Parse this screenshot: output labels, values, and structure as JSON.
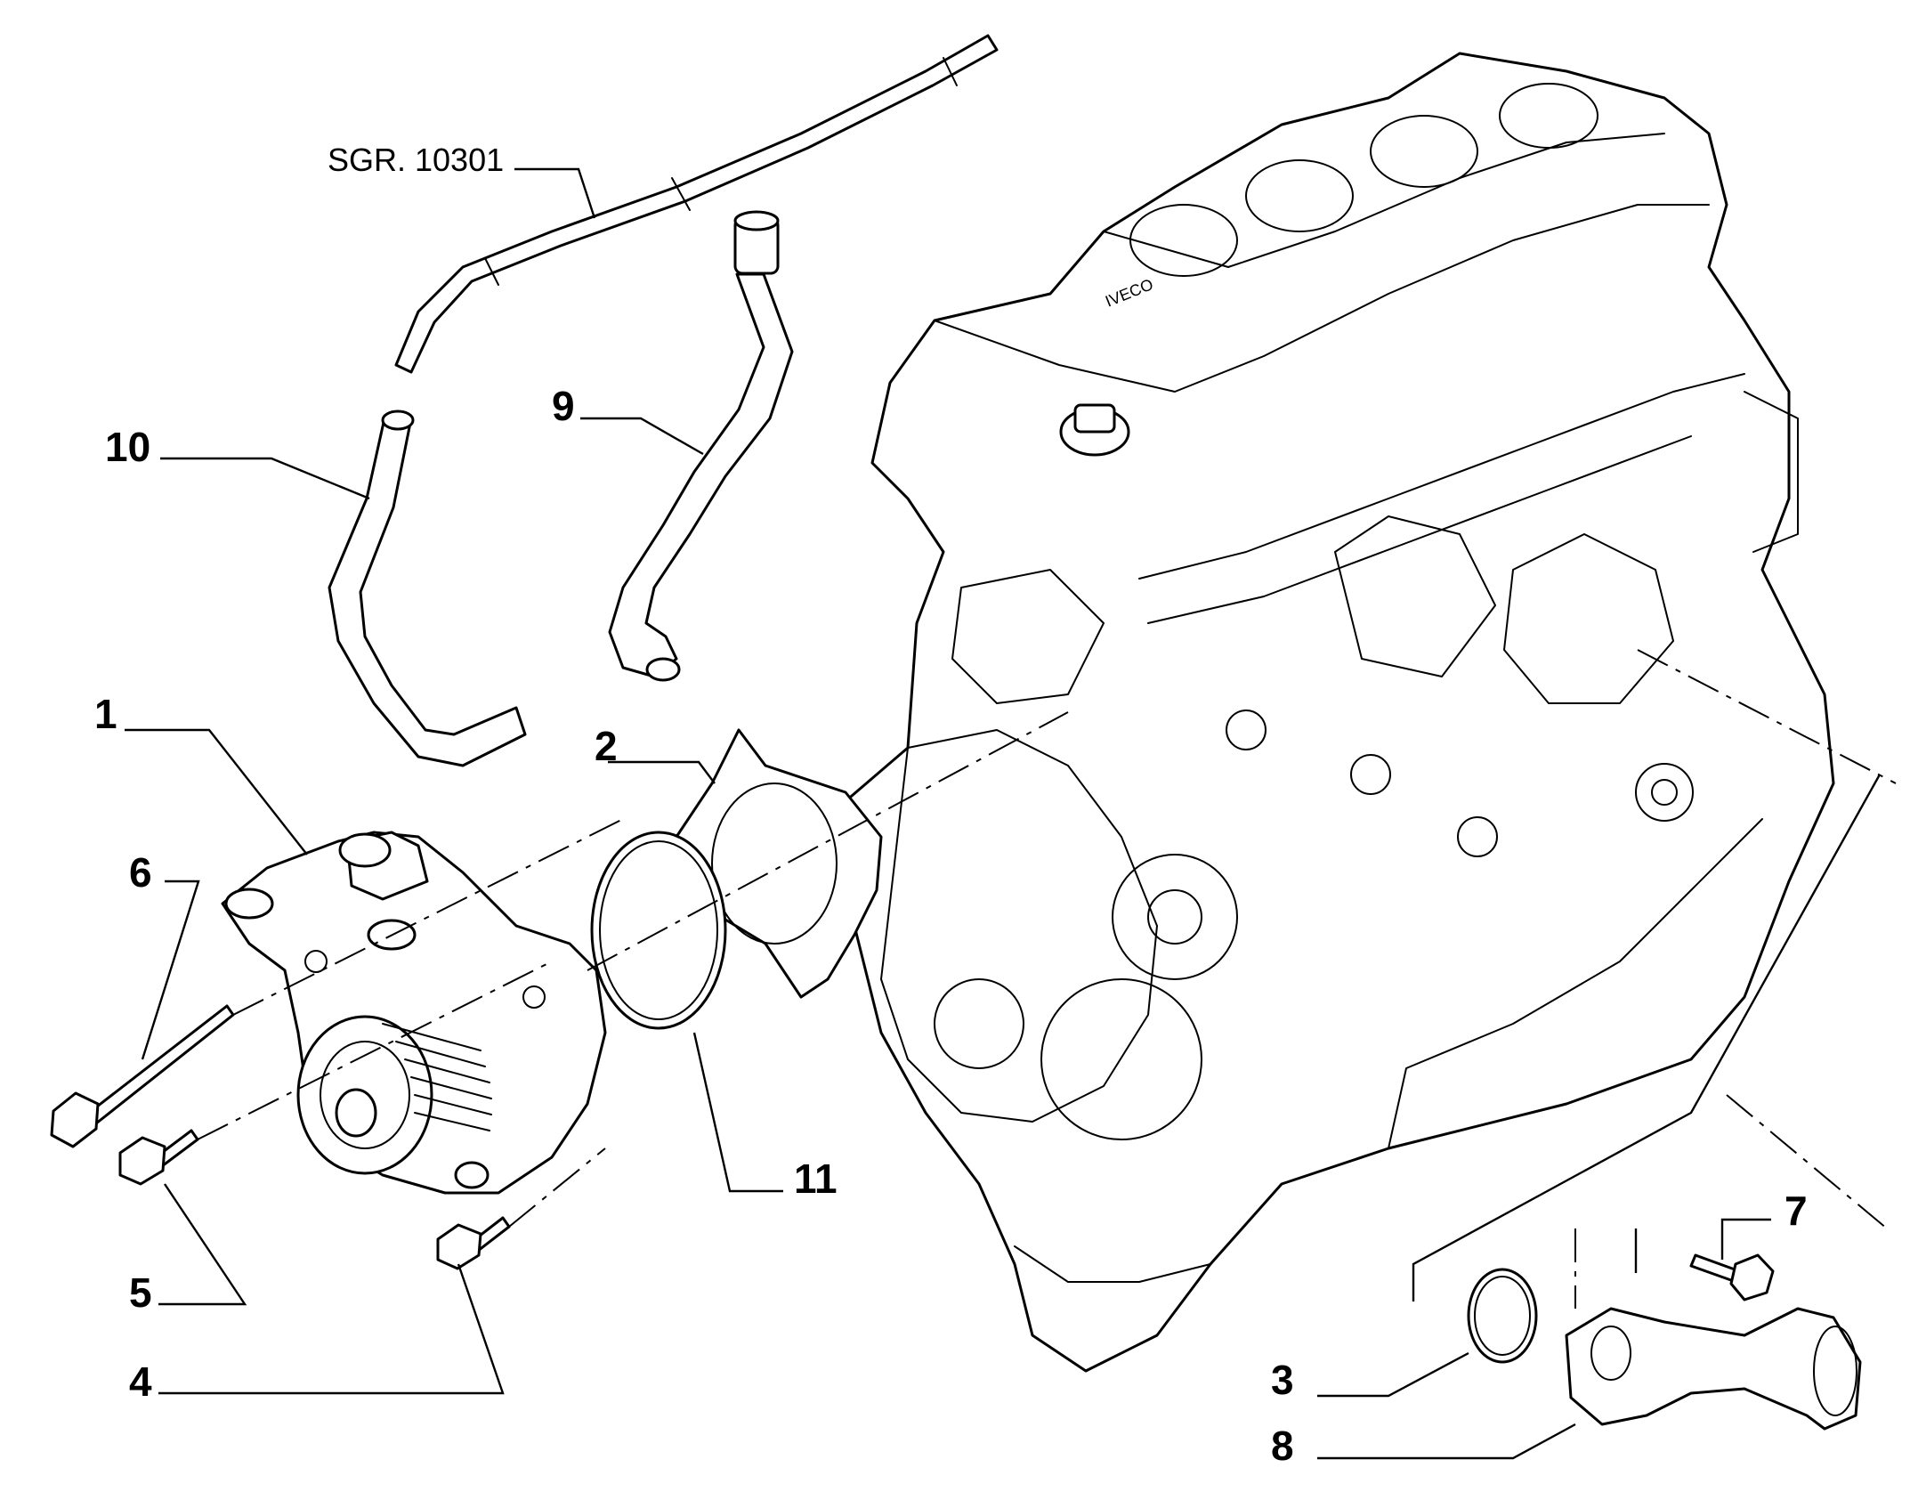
{
  "reference": {
    "group_ref": "SGR. 10301"
  },
  "callouts": [
    {
      "id": "1",
      "label": "1"
    },
    {
      "id": "2",
      "label": "2"
    },
    {
      "id": "3",
      "label": "3"
    },
    {
      "id": "4",
      "label": "4"
    },
    {
      "id": "5",
      "label": "5"
    },
    {
      "id": "6",
      "label": "6"
    },
    {
      "id": "7",
      "label": "7"
    },
    {
      "id": "8",
      "label": "8"
    },
    {
      "id": "9",
      "label": "9"
    },
    {
      "id": "10",
      "label": "10"
    },
    {
      "id": "11",
      "label": "11"
    }
  ],
  "engine_brand": "IVECO"
}
